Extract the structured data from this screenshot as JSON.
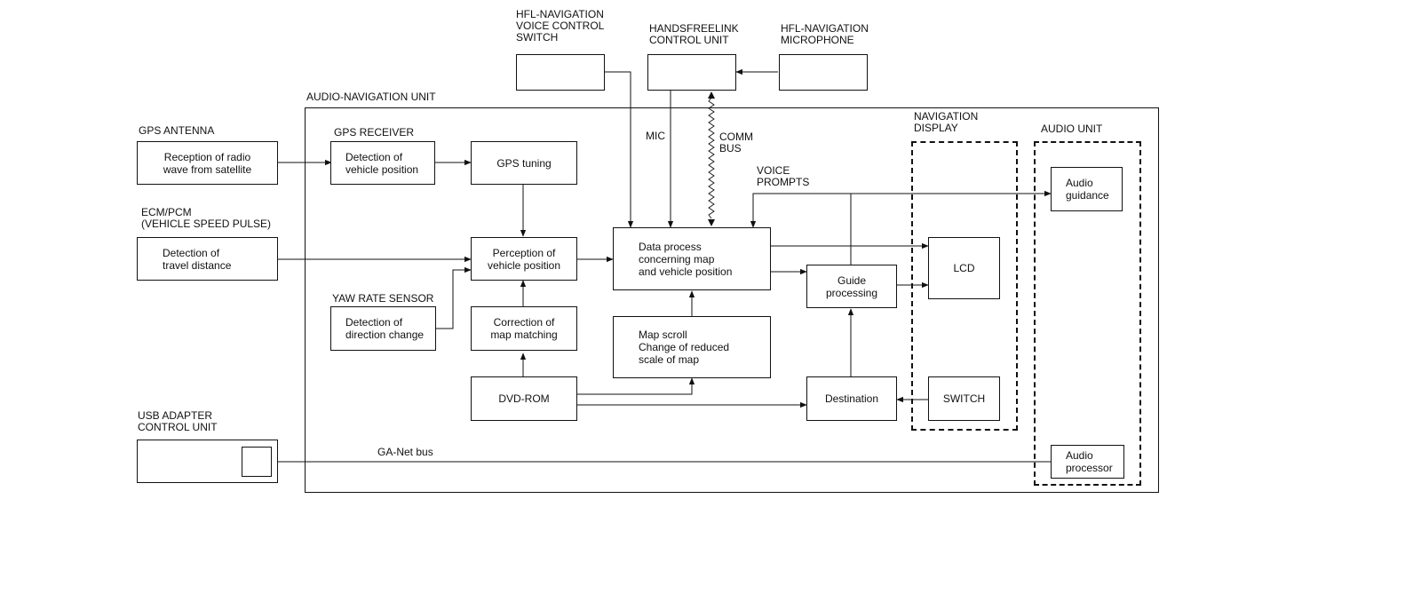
{
  "external": {
    "hfl_voice_switch": "HFL-NAVIGATION\nVOICE CONTROL\nSWITCH",
    "handsfreelink_unit": "HANDSFREELINK\nCONTROL UNIT",
    "hfl_microphone": "HFL-NAVIGATION\nMICROPHONE",
    "gps_antenna": "GPS ANTENNA",
    "ecm_pcm": "ECM/PCM\n(VEHICLE SPEED PULSE)",
    "usb_adapter": "USB ADAPTER\nCONTROL UNIT"
  },
  "sections": {
    "audio_navigation_unit": "AUDIO-NAVIGATION UNIT",
    "gps_receiver": "GPS RECEIVER",
    "yaw_rate_sensor": "YAW RATE SENSOR",
    "navigation_display": "NAVIGATION\nDISPLAY",
    "audio_unit": "AUDIO UNIT"
  },
  "blocks": {
    "reception": "Reception of radio\nwave from satellite",
    "travel_distance": "Detection of\ntravel distance",
    "detection_position": "Detection of\nvehicle position",
    "gps_tuning": "GPS tuning",
    "perception": "Perception of\nvehicle position",
    "direction_change": "Detection of\ndirection change",
    "correction": "Correction of\nmap matching",
    "dvd_rom": "DVD-ROM",
    "data_process": "Data process\nconcerning map\nand vehicle position",
    "map_scroll": "Map scroll\nChange of reduced\nscale of map",
    "guide_processing": "Guide\nprocessing",
    "destination": "Destination",
    "lcd": "LCD",
    "switch": "SWITCH",
    "audio_guidance": "Audio\nguidance",
    "audio_processor": "Audio\nprocessor"
  },
  "signals": {
    "mic": "MIC",
    "comm_bus": "COMM\nBUS",
    "voice_prompts": "VOICE\nPROMPTS",
    "ga_net_bus": "GA-Net bus"
  }
}
